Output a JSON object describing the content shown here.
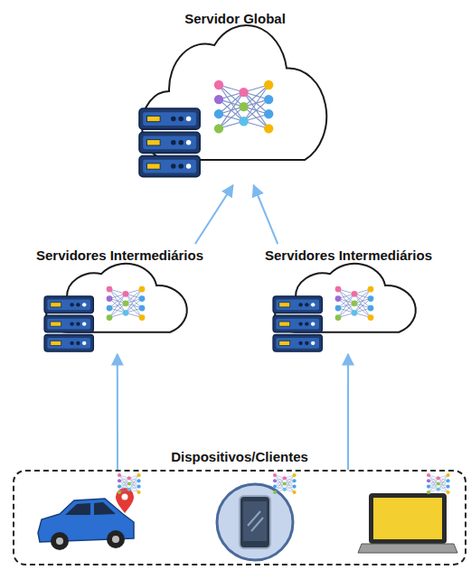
{
  "diagram": {
    "nodes": [
      {
        "text": [
          "Servidor Global"
        ]
      },
      {
        "text": [
          "Servidores Intermediários"
        ]
      },
      {
        "text": [
          "Servidores Intermediários"
        ]
      },
      {
        "text": [
          "Dispositivos/Clientes"
        ]
      }
    ],
    "edges": [
      {
        "from": 1,
        "to": 0,
        "arrow": "to"
      },
      {
        "from": 2,
        "to": 0,
        "arrow": "to"
      },
      {
        "from": 3,
        "to": 1,
        "arrow": "to"
      },
      {
        "from": 3,
        "to": 2,
        "arrow": "to"
      }
    ]
  }
}
